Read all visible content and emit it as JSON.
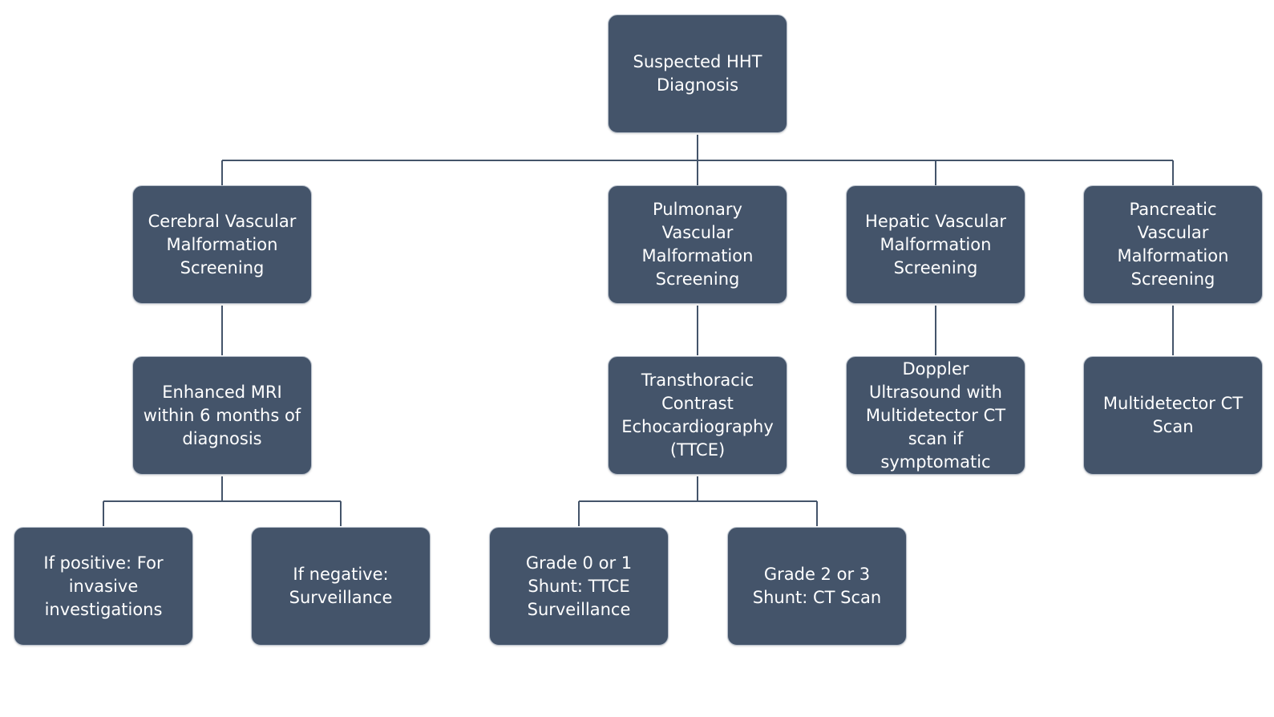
{
  "diagram": {
    "root": {
      "label": "Suspected HHT Diagnosis"
    },
    "screenings": [
      {
        "label": "Cerebral Vascular Malformation Screening"
      },
      {
        "label": "Pulmonary Vascular Malformation Screening"
      },
      {
        "label": "Hepatic Vascular Malformation Screening"
      },
      {
        "label": "Pancreatic Vascular Malformation Screening"
      }
    ],
    "tests": [
      {
        "label": "Enhanced MRI within 6 months of diagnosis"
      },
      {
        "label": "Transthoracic Contrast Echocardiography (TTCE)"
      },
      {
        "label": "Doppler Ultrasound with Multidetector CT scan if symptomatic"
      },
      {
        "label": "Multidetector CT Scan"
      }
    ],
    "outcomes": [
      {
        "label": "If positive: For invasive investigations"
      },
      {
        "label": "If negative: Surveillance"
      },
      {
        "label": "Grade 0 or 1 Shunt: TTCE Surveillance"
      },
      {
        "label": "Grade 2 or 3 Shunt: CT Scan"
      }
    ],
    "colors": {
      "node_fill": "#44546a",
      "node_text": "#ffffff",
      "connector": "#44546a"
    }
  }
}
